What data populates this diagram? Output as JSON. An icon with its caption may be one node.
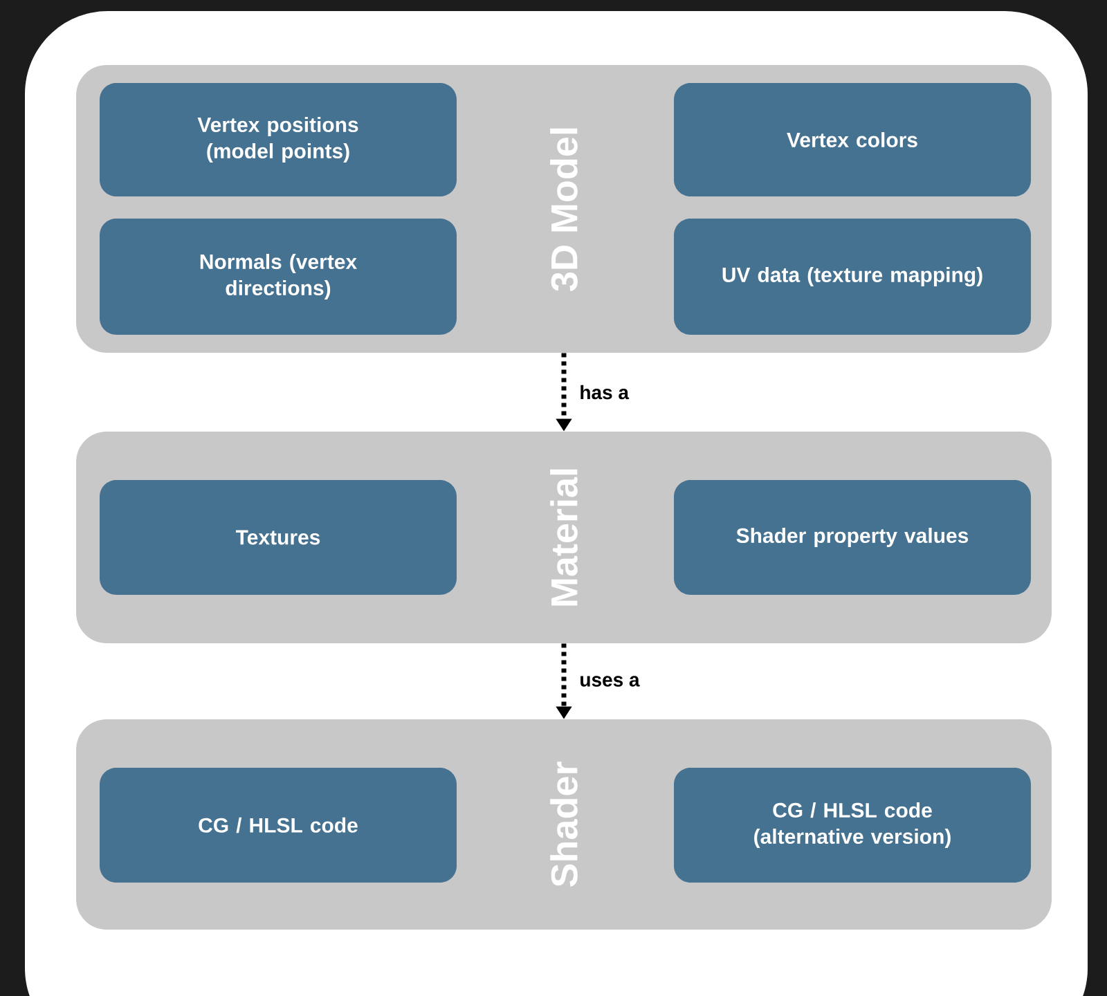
{
  "diagram": {
    "nodes": [
      {
        "text": [
          "3D Model"
        ]
      },
      {
        "text": [
          "Vertex positions (model points)"
        ],
        "in": 0
      },
      {
        "text": [
          "Vertex colors"
        ],
        "in": 0
      },
      {
        "text": [
          "Normals (vertex directions)"
        ],
        "in": 0
      },
      {
        "text": [
          "UV data (texture mapping)"
        ],
        "in": 0
      },
      {
        "text": [
          "Material"
        ]
      },
      {
        "text": [
          "Textures"
        ],
        "in": 5
      },
      {
        "text": [
          "Shader property values"
        ],
        "in": 5
      },
      {
        "text": [
          "Shader"
        ]
      },
      {
        "text": [
          "CG / HLSL code"
        ],
        "in": 8
      },
      {
        "text": [
          "CG / HLSL code (alternative version)"
        ],
        "in": 8
      }
    ],
    "edges": [
      {
        "from": 0,
        "to": 5,
        "arrow": "to",
        "label": "has a",
        "style": "dashed"
      },
      {
        "from": 5,
        "to": 8,
        "arrow": "to",
        "label": "uses a",
        "style": "dashed"
      }
    ]
  }
}
